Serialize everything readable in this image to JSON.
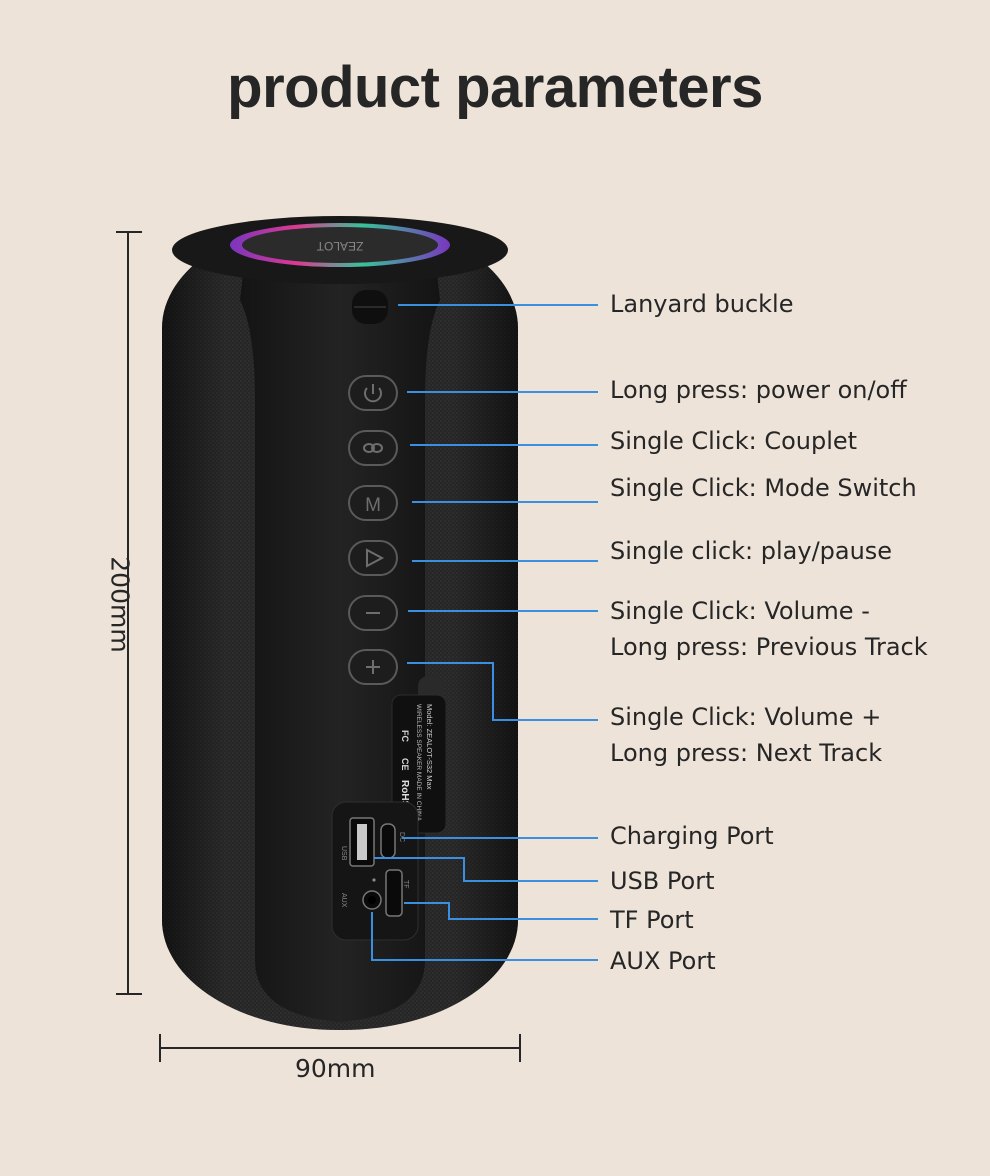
{
  "title": "product parameters",
  "dimensions": {
    "height": "200mm",
    "width": "90mm"
  },
  "speaker": {
    "brand": "ZEALOT",
    "label_text": [
      "Model: ZEALOT-S32 Max",
      "WIRELESS SPEAKER MADE IN CHINA"
    ],
    "marks": [
      "FC",
      "CE",
      "RoHS"
    ],
    "port_labels": {
      "usb": "USB",
      "dc": "DC",
      "aux": "AUX",
      "tf": "TF"
    },
    "button_glyphs": {
      "mode": "M"
    }
  },
  "callouts": [
    {
      "name": "lanyard-buckle",
      "lines": [
        "Lanyard buckle"
      ]
    },
    {
      "name": "power",
      "lines": [
        "Long press: power on/off"
      ]
    },
    {
      "name": "couplet",
      "lines": [
        "Single Click: Couplet"
      ]
    },
    {
      "name": "mode-switch",
      "lines": [
        "Single Click: Mode Switch"
      ]
    },
    {
      "name": "play-pause",
      "lines": [
        "Single click: play/pause"
      ]
    },
    {
      "name": "volume-down",
      "lines": [
        "Single Click: Volume -",
        "Long press: Previous Track"
      ]
    },
    {
      "name": "volume-up",
      "lines": [
        "Single Click: Volume +",
        "Long press: Next Track"
      ]
    },
    {
      "name": "charging-port",
      "lines": [
        "Charging Port"
      ]
    },
    {
      "name": "usb-port",
      "lines": [
        "USB Port"
      ]
    },
    {
      "name": "tf-port",
      "lines": [
        "TF Port"
      ]
    },
    {
      "name": "aux-port",
      "lines": [
        "AUX Port"
      ]
    }
  ],
  "colors": {
    "background": "#ede3d9",
    "callout_line": "#3a8fe0",
    "speaker_body": "#1c1c1c"
  }
}
